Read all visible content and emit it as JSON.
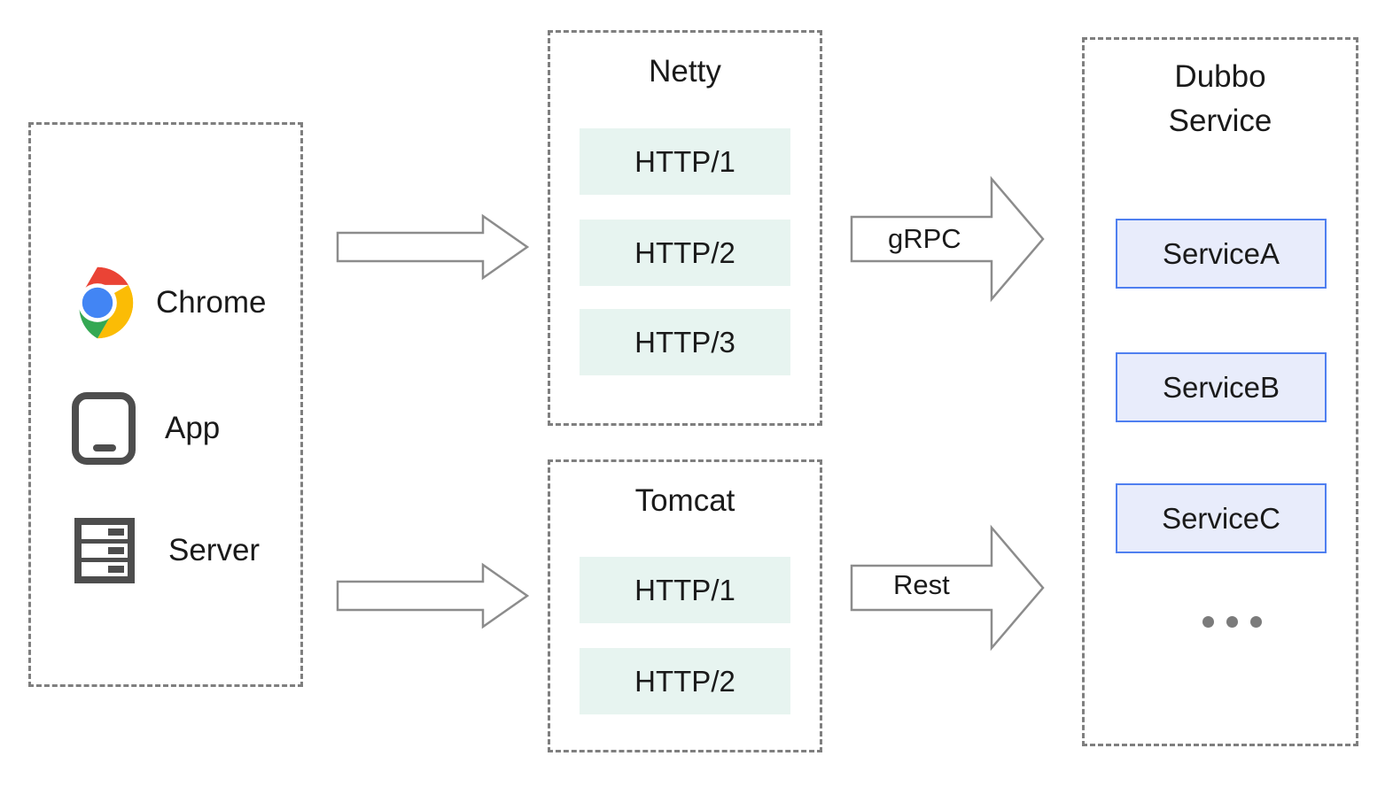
{
  "diagram": {
    "title_hidden": "",
    "colors": {
      "dashed_border": "#7f7f7f",
      "protocol_chip_fill": "#e7f4f0",
      "service_chip_fill": "#e8ecfb",
      "service_chip_border": "#4f7ff0",
      "arrow_stroke": "#8c8c8c",
      "text": "#1a1a1a",
      "icon_gray": "#4d4d4d",
      "chrome_red": "#ea4335",
      "chrome_yellow": "#fbbc05",
      "chrome_green": "#34a853",
      "chrome_blue": "#4285f4"
    }
  },
  "client_group": {
    "title": "",
    "items": [
      {
        "label": "Chrome",
        "icon": "chrome-icon"
      },
      {
        "label": "App",
        "icon": "mobile-device-icon"
      },
      {
        "label": "Server",
        "icon": "server-rack-icon"
      }
    ]
  },
  "netty_group": {
    "title": "Netty",
    "protocols": [
      {
        "label": "HTTP/1"
      },
      {
        "label": "HTTP/2"
      },
      {
        "label": "HTTP/3"
      }
    ]
  },
  "tomcat_group": {
    "title": "Tomcat",
    "protocols": [
      {
        "label": "HTTP/1"
      },
      {
        "label": "HTTP/2"
      }
    ]
  },
  "dubbo_group": {
    "title": "Dubbo\nService",
    "services": [
      {
        "label": "ServiceA"
      },
      {
        "label": "ServiceB"
      },
      {
        "label": "ServiceC"
      }
    ],
    "more_indicator": "..."
  },
  "arrows": [
    {
      "id": "client-to-netty",
      "label": ""
    },
    {
      "id": "client-to-tomcat",
      "label": ""
    },
    {
      "id": "netty-to-dubbo",
      "label": "gRPC"
    },
    {
      "id": "tomcat-to-dubbo",
      "label": "Rest"
    }
  ]
}
